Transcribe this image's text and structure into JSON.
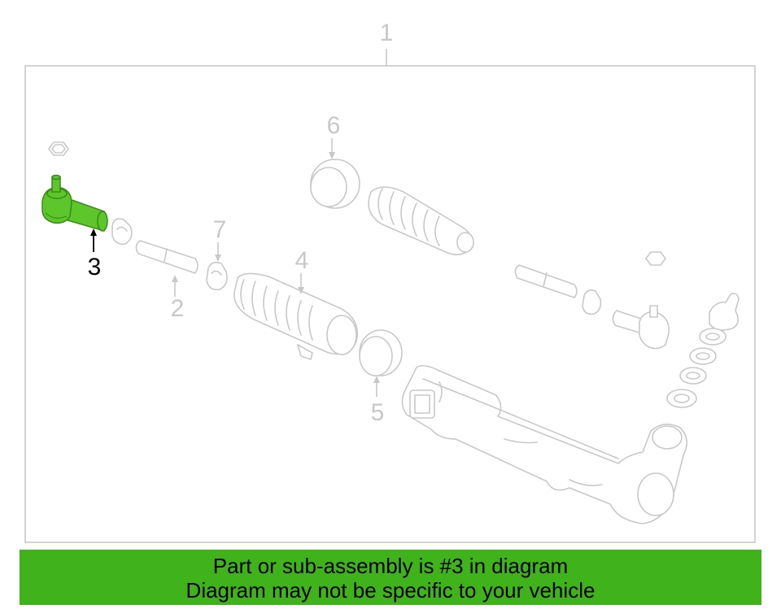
{
  "diagram": {
    "assembly_label": "1",
    "highlight_color": "#5cc62a",
    "callouts": [
      {
        "id": "2",
        "label": "2"
      },
      {
        "id": "3",
        "label": "3",
        "highlighted": true
      },
      {
        "id": "4",
        "label": "4"
      },
      {
        "id": "5",
        "label": "5"
      },
      {
        "id": "6",
        "label": "6"
      },
      {
        "id": "7",
        "label": "7"
      }
    ]
  },
  "banner": {
    "line1": "Part or sub-assembly is #3 in diagram",
    "line2": "Diagram may not be specific to your vehicle",
    "background": "#3fb21c"
  }
}
